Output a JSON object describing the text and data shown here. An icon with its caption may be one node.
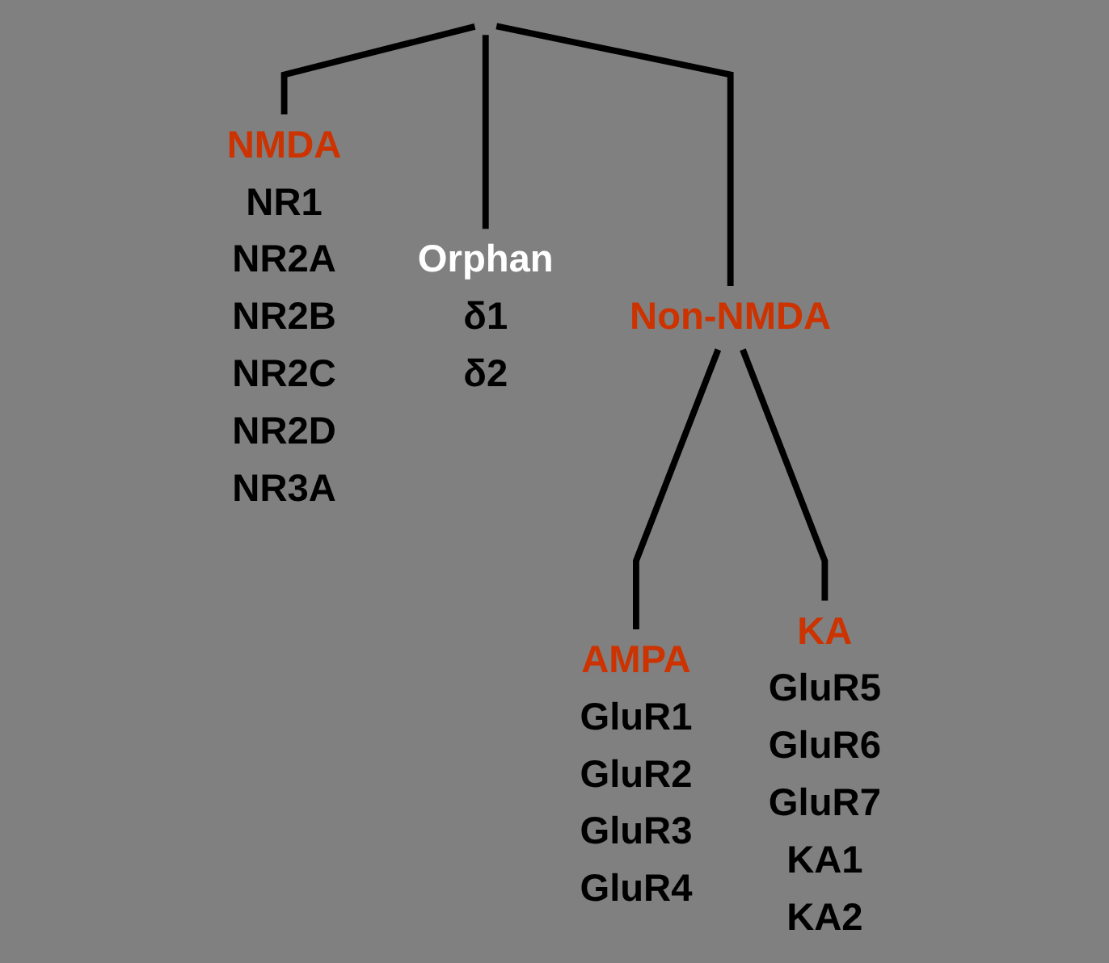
{
  "diagram": {
    "nodes": [
      {
        "text": [
          "NMDA",
          "NR1 NR2A NR2B NR2C NR2D NR3A"
        ]
      },
      {
        "text": [
          "Orphan",
          "δ1 δ2"
        ]
      },
      {
        "text": [
          "Non-NMDA"
        ]
      },
      {
        "text": [
          "AMPA",
          "GluR1 GluR2 GluR3 GluR4"
        ]
      },
      {
        "text": [
          "KA",
          "GluR5 GluR6 GluR7 KA1 KA2"
        ]
      }
    ],
    "edges": [
      {
        "from": null,
        "to": 0,
        "arrow": "none"
      },
      {
        "from": null,
        "to": 1,
        "arrow": "none"
      },
      {
        "from": null,
        "to": 2,
        "arrow": "none"
      },
      {
        "from": 2,
        "to": 3,
        "arrow": "none"
      },
      {
        "from": 2,
        "to": 4,
        "arrow": "none"
      }
    ]
  }
}
